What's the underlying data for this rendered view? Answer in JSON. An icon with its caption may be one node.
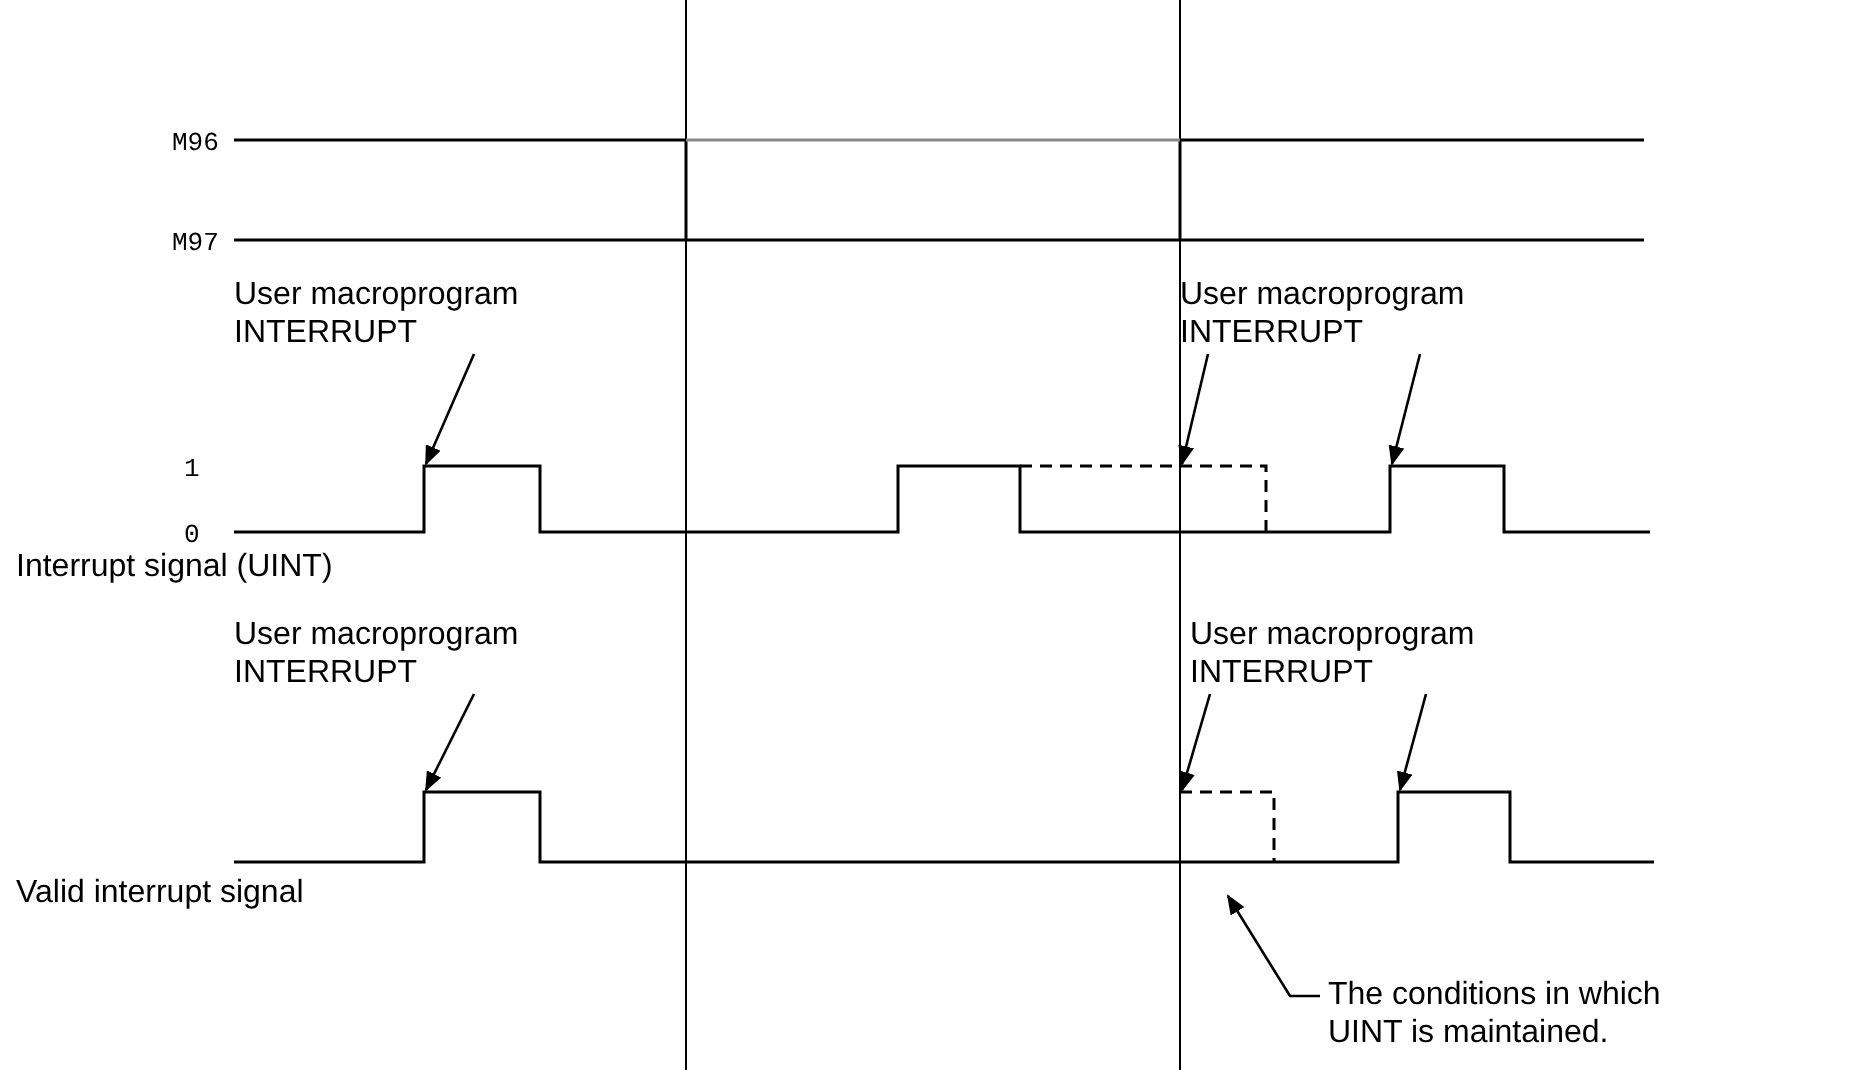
{
  "diagram": {
    "nodes": [
      {
        "text": [
          "User macroprogram INTERRUPT"
        ]
      },
      {
        "text": [
          "User macroprogram INTERRUPT"
        ]
      },
      {
        "text": [
          "User macroprogram INTERRUPT"
        ]
      },
      {
        "text": [
          "User macroprogram INTERRUPT"
        ]
      },
      {
        "text": [
          "The conditions in which UINT is maintained."
        ]
      }
    ],
    "edges": [
      {
        "from": 0,
        "to": null,
        "arrow": "to"
      },
      {
        "from": 1,
        "to": null,
        "arrow": "to"
      },
      {
        "from": 1,
        "to": null,
        "arrow": "to"
      },
      {
        "from": 2,
        "to": null,
        "arrow": "to"
      },
      {
        "from": 3,
        "to": null,
        "arrow": "to"
      },
      {
        "from": 3,
        "to": null,
        "arrow": "to"
      },
      {
        "from": 4,
        "to": null,
        "arrow": "to"
      }
    ],
    "labels": [
      "M96",
      "M97",
      "1",
      "0",
      "Interrupt signal (UINT)",
      "Valid interrupt signal"
    ]
  }
}
